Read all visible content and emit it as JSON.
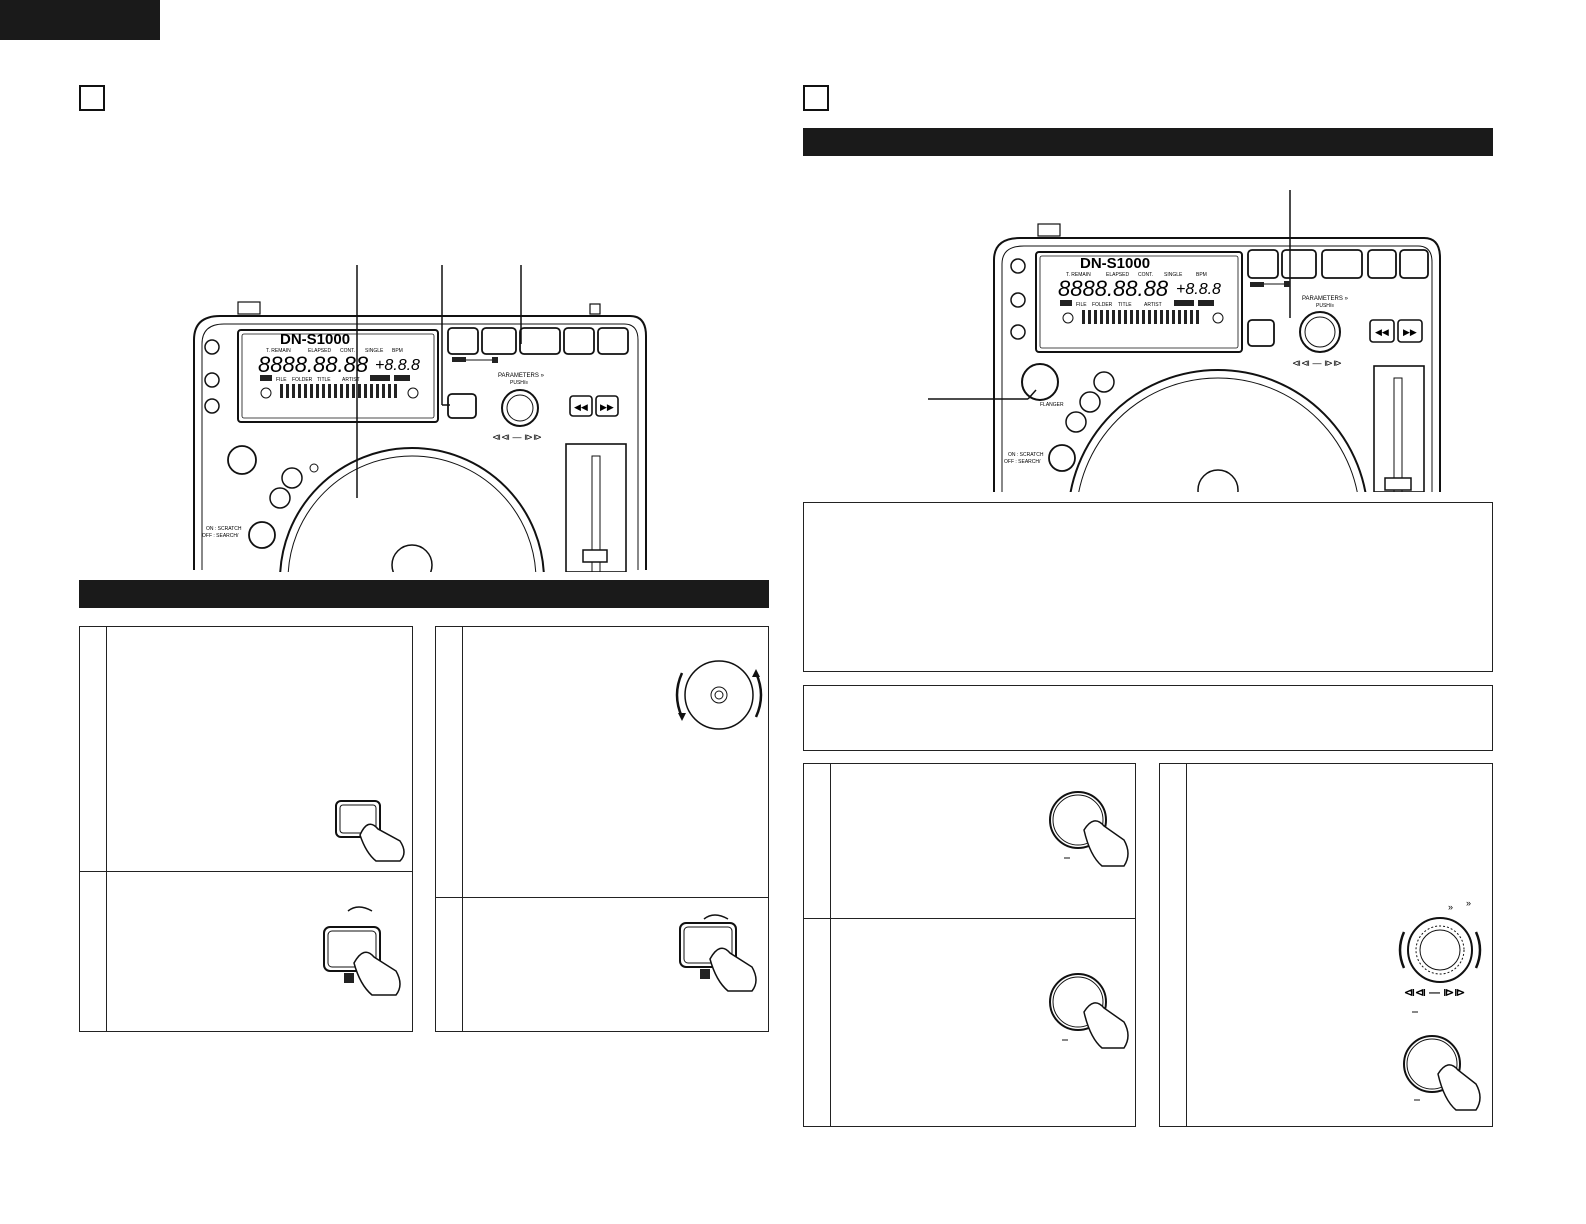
{
  "device": {
    "model_name": "DN-S1000",
    "lcd_labels": [
      "T. REMAIN",
      "ELAPSED",
      "CONT.",
      "SINGLE",
      "BPM"
    ],
    "lcd_labels_row2": [
      "FILE",
      "FOLDER",
      "TITLE",
      "ARTIST"
    ],
    "lcd_digits": "8888.88.88",
    "lcd_pitch": "+8.8.8",
    "parameters_label": "PARAMETERS »",
    "push_label": "PUSH/≡",
    "scratch_label": "ON : SCRATCH",
    "search_label": "OFF : SEARCH/",
    "flanger_label": "FLANGER"
  },
  "icons": {
    "step_transport": "⧏⧏ — ⧐⧐",
    "rew": "◀◀",
    "ffw": "▶▶",
    "knob_arrow": "»"
  },
  "colors": {
    "ink": "#111111",
    "bar": "#1a1a1a",
    "paper": "#ffffff"
  }
}
